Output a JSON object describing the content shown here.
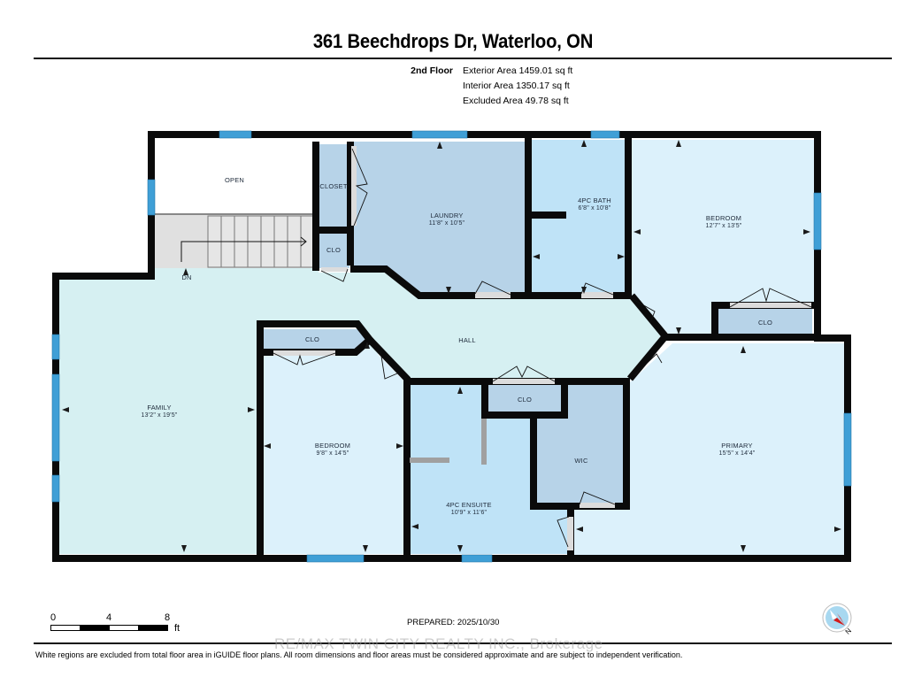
{
  "header": {
    "title": "361 Beechdrops Dr, Waterloo, ON"
  },
  "areas": {
    "floor_label": "2nd Floor",
    "exterior": "Exterior Area 1459.01 sq ft",
    "interior": "Interior Area 1350.17 sq ft",
    "excluded": "Excluded Area 49.78 sq ft"
  },
  "rooms": {
    "open": {
      "name": "OPEN"
    },
    "closet": {
      "name": "CLOSET"
    },
    "clo_stair": {
      "name": "CLO"
    },
    "laundry": {
      "name": "LAUNDRY",
      "dim": "11'8\" x 10'5\""
    },
    "bath": {
      "name": "4PC BATH",
      "dim": "6'8\" x 10'8\""
    },
    "bedroom_ne": {
      "name": "BEDROOM",
      "dim": "12'7\" x 13'5\""
    },
    "clo_ne": {
      "name": "CLO"
    },
    "hall": {
      "name": "HALL"
    },
    "clo_w": {
      "name": "CLO"
    },
    "family": {
      "name": "FAMILY",
      "dim": "13'2\" x 19'5\""
    },
    "bedroom_w": {
      "name": "BEDROOM",
      "dim": "9'8\" x 14'5\""
    },
    "clo_mid": {
      "name": "CLO"
    },
    "ensuite": {
      "name": "4PC ENSUITE",
      "dim": "10'9\" x 11'6\""
    },
    "wic": {
      "name": "WIC"
    },
    "primary": {
      "name": "PRIMARY",
      "dim": "15'5\" x 14'4\""
    },
    "stairs_label": "DN"
  },
  "colors": {
    "wall": "#0a0a0a",
    "window": "#3f9fd6",
    "hall": "#d6f0f2",
    "bedroom": "#dcf1fb",
    "bath": "#bfe3f7",
    "closet": "#b7d3e8",
    "stairs": "#e0e0e0"
  },
  "scale": {
    "t0": "0",
    "t4": "4",
    "t8": "8",
    "unit": "ft"
  },
  "prepared": "PREPARED: 2025/10/30",
  "watermark": "RE/MAX TWIN CITY REALTY INC., Brokerage",
  "footer": "White regions are excluded from total floor area in iGUIDE floor plans. All room dimensions and floor areas must be considered approximate and are subject to independent verification.",
  "compass": {
    "label": "N"
  }
}
